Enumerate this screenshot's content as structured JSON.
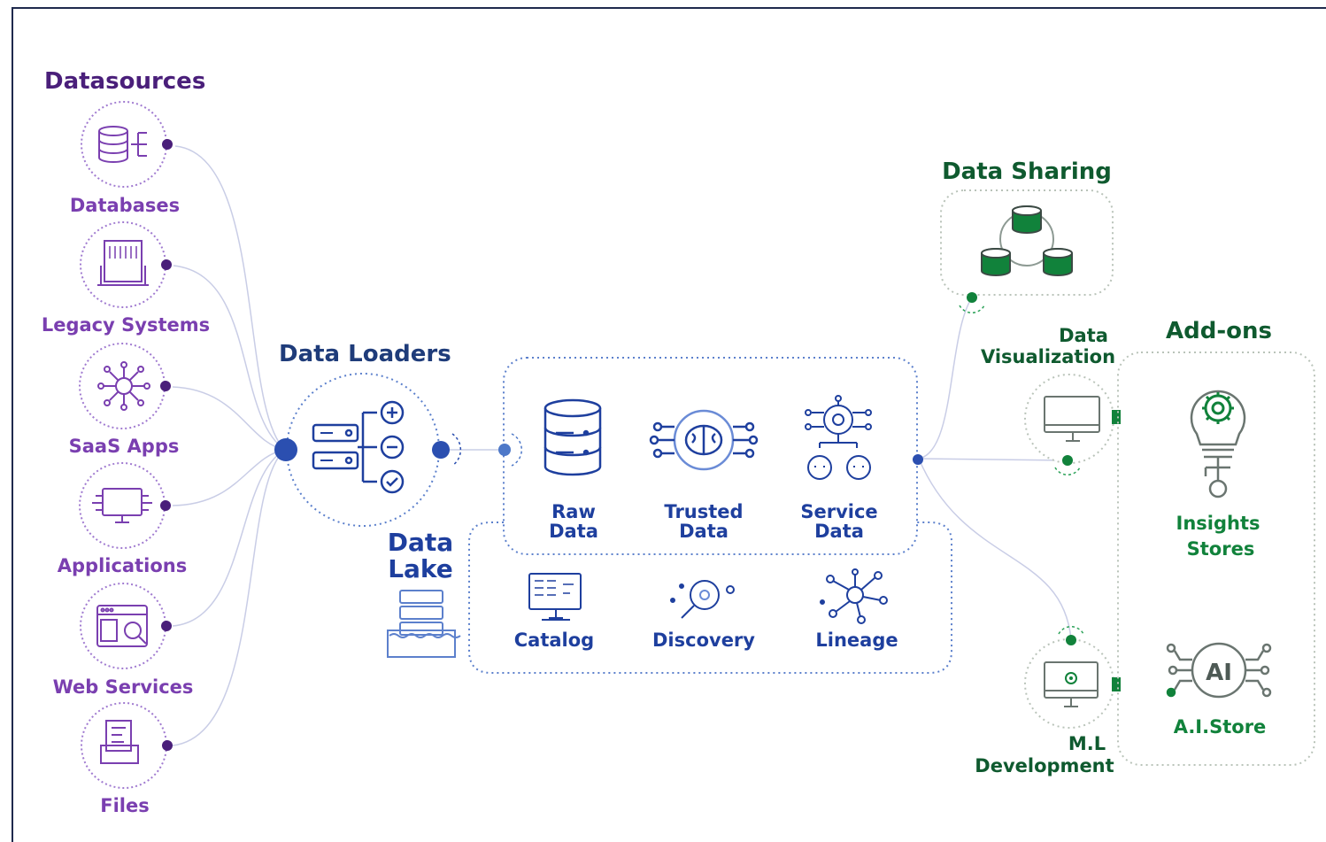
{
  "colors": {
    "purple": "#7a3fb0",
    "dark_purple": "#4a1f7a",
    "blue": "#1e3f9e",
    "green": "#11823b",
    "connector": "#c9cde6"
  },
  "datasources": {
    "title": "Datasources",
    "items": [
      {
        "label": "Databases",
        "icon": "database-icon"
      },
      {
        "label": "Legacy Systems",
        "icon": "legacy-system-icon"
      },
      {
        "label": "SaaS Apps",
        "icon": "saas-network-icon"
      },
      {
        "label": "Applications",
        "icon": "application-monitor-icon"
      },
      {
        "label": "Web Services",
        "icon": "web-service-icon"
      },
      {
        "label": "Files",
        "icon": "files-icon"
      }
    ]
  },
  "loaders": {
    "title": "Data Loaders",
    "icon": "data-loader-icon"
  },
  "lake": {
    "title_line1": "Data",
    "title_line2": "Lake",
    "icon": "data-lake-icon",
    "stages": [
      {
        "line1": "Raw",
        "line2": "Data",
        "icon": "raw-data-icon"
      },
      {
        "line1": "Trusted",
        "line2": "Data",
        "icon": "brain-circuit-icon"
      },
      {
        "line1": "Service",
        "line2": "Data",
        "icon": "service-network-icon"
      }
    ],
    "tools": [
      {
        "label": "Catalog",
        "icon": "catalog-icon"
      },
      {
        "label": "Discovery",
        "icon": "discovery-icon"
      },
      {
        "label": "Lineage",
        "icon": "lineage-icon"
      }
    ]
  },
  "sharing": {
    "title": "Data Sharing",
    "icon": "shared-databases-icon"
  },
  "outputs": {
    "visualization_line1": "Data",
    "visualization_line2": "Visualization",
    "ml_line1": "M.L",
    "ml_line2": "Development"
  },
  "addons": {
    "title": "Add-ons",
    "insights_line1": "Insights",
    "insights_line2": "Stores",
    "ai_label": "A.I.Store",
    "ai_badge": "AI"
  }
}
